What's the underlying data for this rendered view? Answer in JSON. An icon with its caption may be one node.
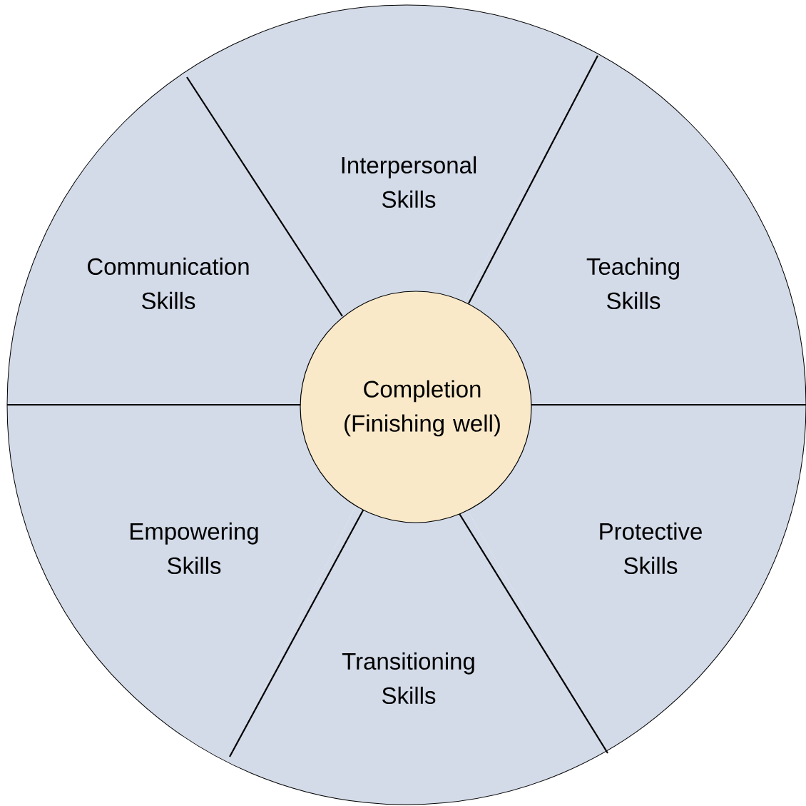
{
  "diagram": {
    "nodes": [
      {
        "text": [
          "Interpersonal Skills"
        ]
      },
      {
        "text": [
          "Communication Skills"
        ]
      },
      {
        "text": [
          "Teaching Skills"
        ]
      },
      {
        "text": [
          "Completion (Finishing well)"
        ]
      },
      {
        "text": [
          "Empowering Skills"
        ]
      },
      {
        "text": [
          "Protective Skills"
        ]
      },
      {
        "text": [
          "Transitioning Skills"
        ]
      }
    ]
  }
}
